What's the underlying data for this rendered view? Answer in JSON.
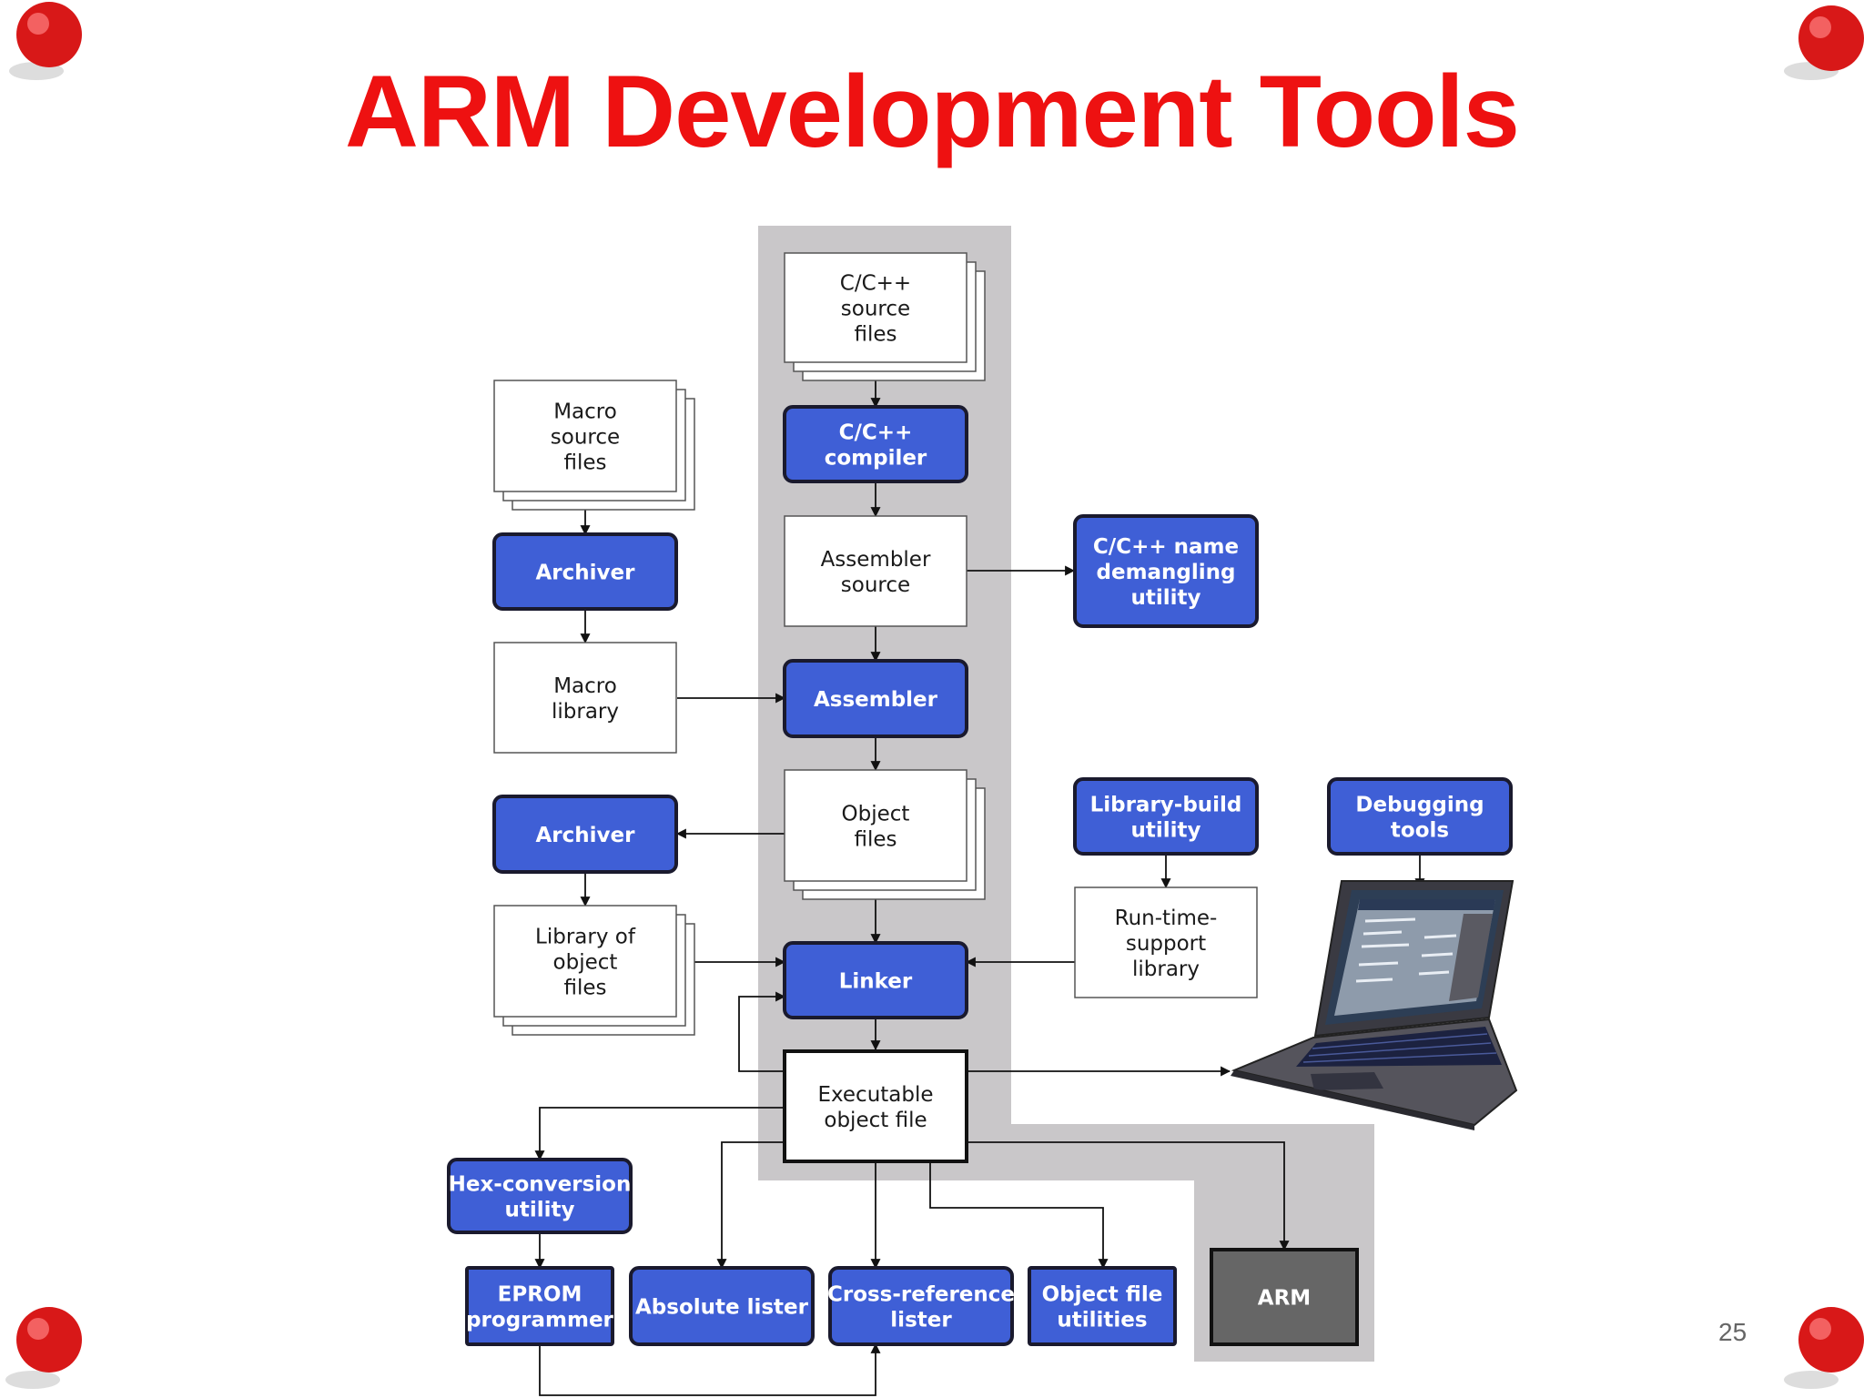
{
  "slide": {
    "title": "ARM Development Tools",
    "number": "25"
  },
  "colors": {
    "title": "#ee1111",
    "tool_fill": "#3f5fd6",
    "tool_border": "#1a1a2e",
    "band": "#c9c7c9",
    "arm_fill": "#666666",
    "pin": "#d81818"
  },
  "diagram": {
    "nodes": {
      "cpp_source": "C/C++\nsource\nfiles",
      "cpp_compiler": "C/C++\ncompiler",
      "macro_source": "Macro\nsource\nfiles",
      "archiver_top": "Archiver",
      "assembler_source": "Assembler\nsource",
      "demangler": "C/C++ name\ndemangling\nutility",
      "macro_library": "Macro\nlibrary",
      "assembler": "Assembler",
      "archiver_mid": "Archiver",
      "object_files": "Object\nfiles",
      "library_build": "Library-build\nutility",
      "debugging_tools": "Debugging\ntools",
      "library_objects": "Library of\nobject\nfiles",
      "linker": "Linker",
      "runtime_library": "Run-time-\nsupport\nlibrary",
      "executable": "Executable\nobject file",
      "hex_conversion": "Hex-conversion\nutility",
      "eprom": "EPROM\nprogrammer",
      "absolute_lister": "Absolute lister",
      "xref_lister": "Cross-reference\nlister",
      "objfile_utils": "Object file\nutilities",
      "arm": "ARM"
    },
    "icons": [
      "laptop-icon",
      "pushpin-icon"
    ]
  }
}
